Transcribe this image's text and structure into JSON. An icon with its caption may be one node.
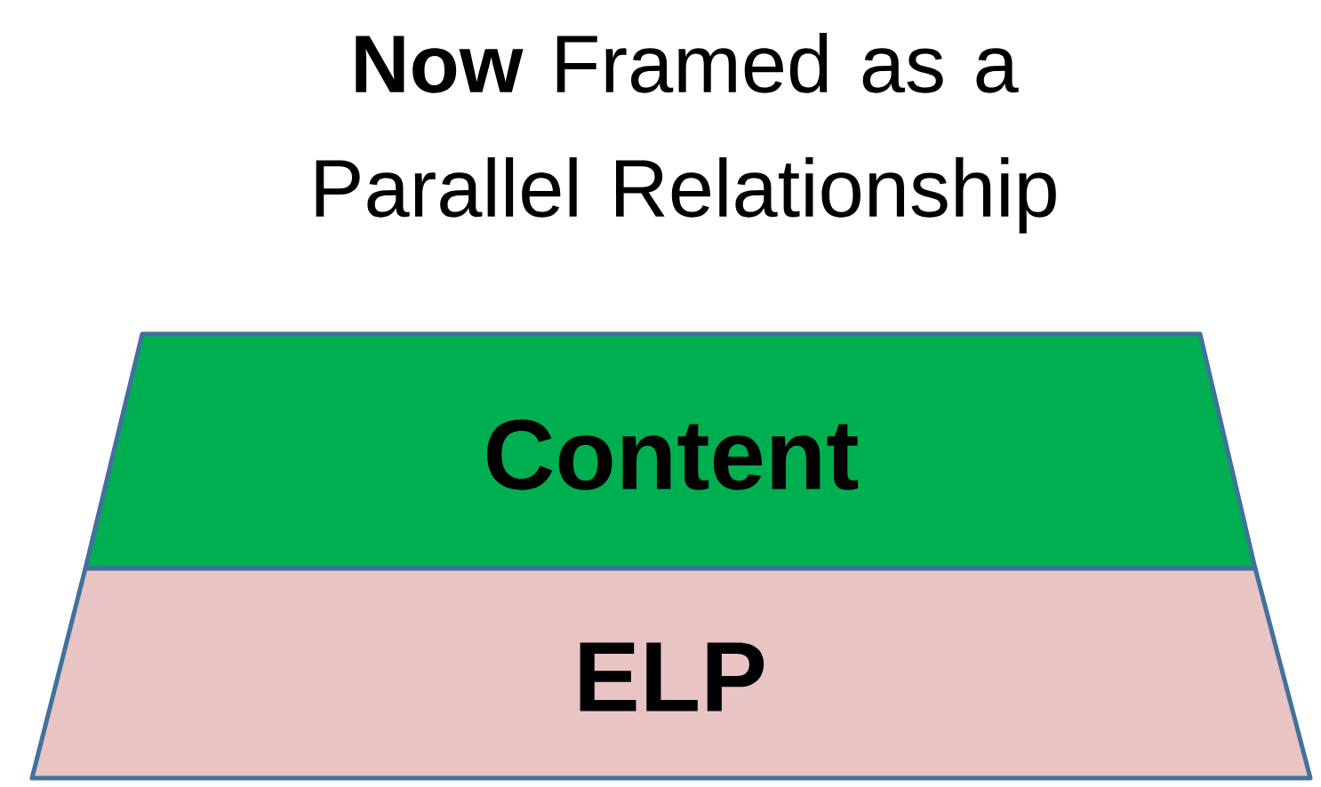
{
  "diagram": {
    "title": "**Now** Framed as a Parallel Relationship",
    "nodes": [
      {
        "text": [
          "Content"
        ]
      },
      {
        "text": [
          "ELP"
        ]
      }
    ]
  }
}
